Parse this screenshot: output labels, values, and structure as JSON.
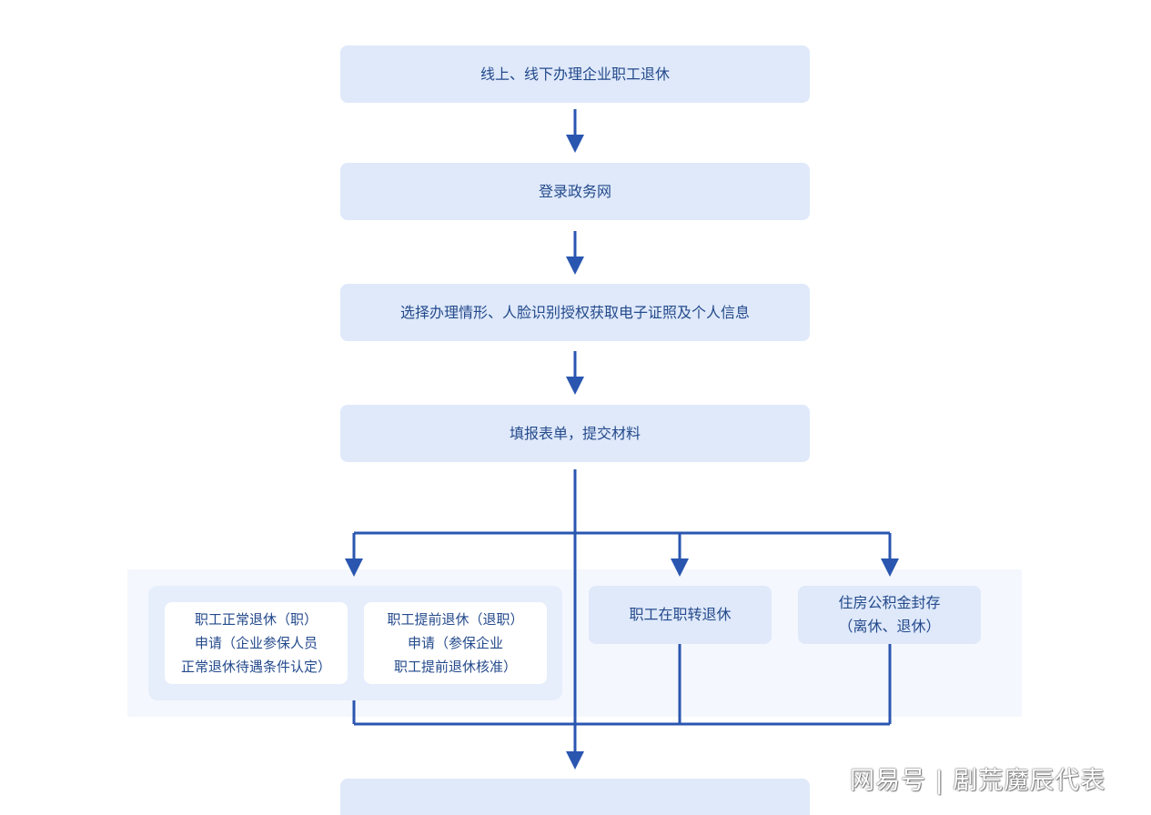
{
  "steps": {
    "step1": "线上、线下办理企业职工退休",
    "step2": "登录政务网",
    "step3": "选择办理情形、人脸识别授权获取电子证照及个人信息",
    "step4": "填报表单，提交材料"
  },
  "branches": {
    "normal_retire": "职工正常退休（职）\n申请（企业参保人员\n正常退休待遇条件认定）",
    "early_retire": "职工提前退休（退职）\n申请（参保企业\n职工提前退休核准）",
    "in_service_retire": "职工在职转退休",
    "housing_fund": "住房公积金封存\n（离休、退休）"
  },
  "watermark": "网易号 | 剧荒魔辰代表",
  "colors": {
    "box_fill": "#dfe9fa",
    "text": "#244a8c",
    "line": "#2a56b0",
    "band": "#f4f7fd"
  }
}
